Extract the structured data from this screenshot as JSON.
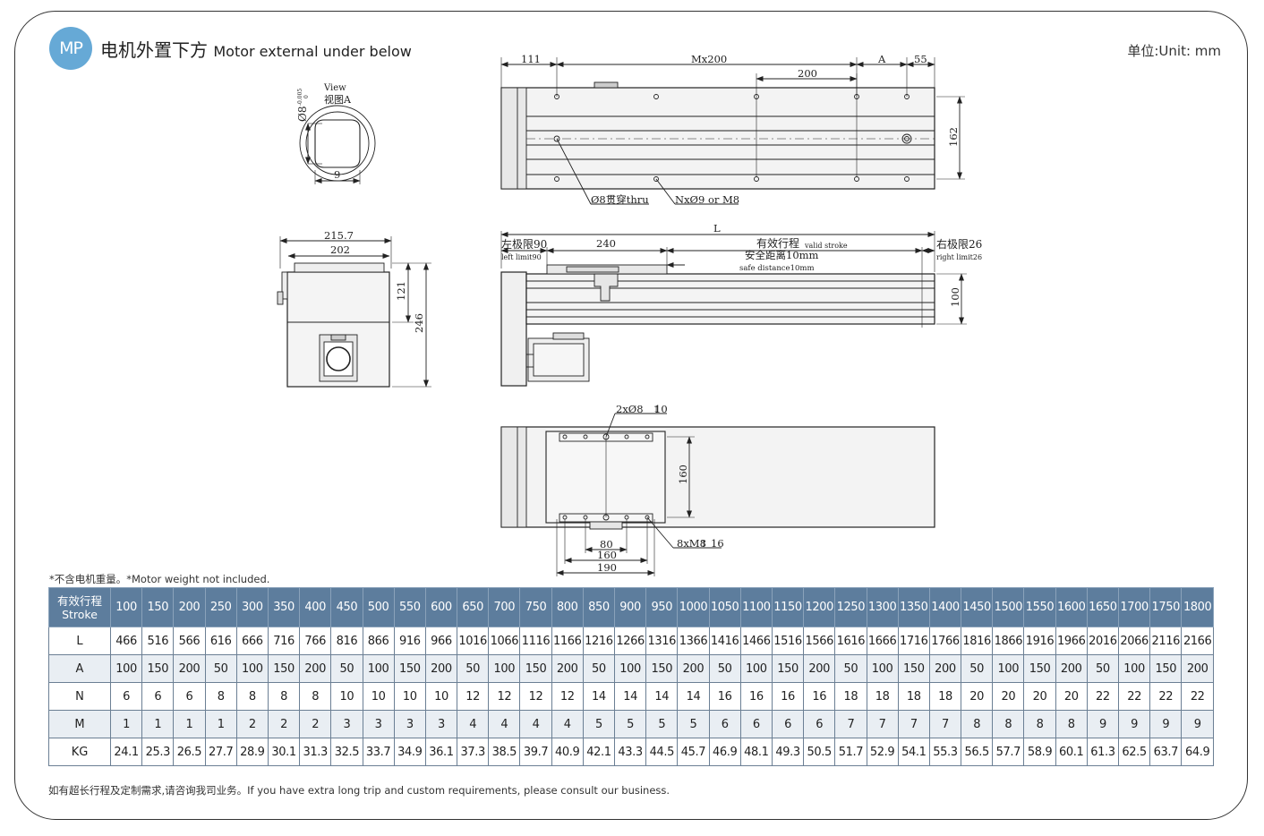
{
  "header": {
    "badge": "MP",
    "title_cn": "电机外置下方",
    "title_en": "Motor external under below",
    "unit": "单位:Unit: mm"
  },
  "drawing": {
    "view_a": {
      "view_en": "View",
      "view_cn": "视图A",
      "tol_upper": "-0.005",
      "tol_lower": "0",
      "phi8": "Ø8",
      "dim_9": "9"
    },
    "end_view": {
      "w1": "215.7",
      "w2": "202",
      "h1": "121",
      "h2": "246"
    },
    "top_view": {
      "d111": "111",
      "mx200": "Mx200",
      "a": "A",
      "d55": "55",
      "d200": "200",
      "d162": "162",
      "thru": "Ø8贯穿thru",
      "nx": "NxØ9  or  M8"
    },
    "side_view": {
      "l": "L",
      "left_cn": "左极限90",
      "left_en": "left limit90",
      "d240": "240",
      "valid_cn": "有效行程",
      "valid_en": "valid stroke",
      "safe_cn": "安全距离10mm",
      "safe_en": "safe distance10mm",
      "right_cn": "右极限26",
      "right_en": "right limit26",
      "d100": "100"
    },
    "bottom_view": {
      "holes2": "2xØ8",
      "holes2_depth": "10",
      "holes8": "8xM8",
      "holes8_depth": "16",
      "d160v": "160",
      "d80": "80",
      "d160": "160",
      "d190": "190"
    }
  },
  "note": "*不含电机重量。*Motor weight not included.",
  "table": {
    "header_label_cn": "有效行程",
    "header_label_en": "Stroke",
    "strokes": [
      "100",
      "150",
      "200",
      "250",
      "300",
      "350",
      "400",
      "450",
      "500",
      "550",
      "600",
      "650",
      "700",
      "750",
      "800",
      "850",
      "900",
      "950",
      "1000",
      "1050",
      "1100",
      "1150",
      "1200",
      "1250",
      "1300",
      "1350",
      "1400",
      "1450",
      "1500",
      "1550",
      "1600",
      "1650",
      "1700",
      "1750",
      "1800"
    ],
    "rows": [
      {
        "label": "L",
        "values": [
          "466",
          "516",
          "566",
          "616",
          "666",
          "716",
          "766",
          "816",
          "866",
          "916",
          "966",
          "1016",
          "1066",
          "1116",
          "1166",
          "1216",
          "1266",
          "1316",
          "1366",
          "1416",
          "1466",
          "1516",
          "1566",
          "1616",
          "1666",
          "1716",
          "1766",
          "1816",
          "1866",
          "1916",
          "1966",
          "2016",
          "2066",
          "2116",
          "2166"
        ]
      },
      {
        "label": "A",
        "values": [
          "100",
          "150",
          "200",
          "50",
          "100",
          "150",
          "200",
          "50",
          "100",
          "150",
          "200",
          "50",
          "100",
          "150",
          "200",
          "50",
          "100",
          "150",
          "200",
          "50",
          "100",
          "150",
          "200",
          "50",
          "100",
          "150",
          "200",
          "50",
          "100",
          "150",
          "200",
          "50",
          "100",
          "150",
          "200"
        ]
      },
      {
        "label": "N",
        "values": [
          "6",
          "6",
          "6",
          "8",
          "8",
          "8",
          "8",
          "10",
          "10",
          "10",
          "10",
          "12",
          "12",
          "12",
          "12",
          "14",
          "14",
          "14",
          "14",
          "16",
          "16",
          "16",
          "16",
          "18",
          "18",
          "18",
          "18",
          "20",
          "20",
          "20",
          "20",
          "22",
          "22",
          "22",
          "22"
        ]
      },
      {
        "label": "M",
        "values": [
          "1",
          "1",
          "1",
          "1",
          "2",
          "2",
          "2",
          "3",
          "3",
          "3",
          "3",
          "4",
          "4",
          "4",
          "4",
          "5",
          "5",
          "5",
          "5",
          "6",
          "6",
          "6",
          "6",
          "7",
          "7",
          "7",
          "7",
          "8",
          "8",
          "8",
          "8",
          "9",
          "9",
          "9",
          "9"
        ]
      },
      {
        "label": "KG",
        "values": [
          "24.1",
          "25.3",
          "26.5",
          "27.7",
          "28.9",
          "30.1",
          "31.3",
          "32.5",
          "33.7",
          "34.9",
          "36.1",
          "37.3",
          "38.5",
          "39.7",
          "40.9",
          "42.1",
          "43.3",
          "44.5",
          "45.7",
          "46.9",
          "48.1",
          "49.3",
          "50.5",
          "51.7",
          "52.9",
          "54.1",
          "55.3",
          "56.5",
          "57.7",
          "58.9",
          "60.1",
          "61.3",
          "62.5",
          "63.7",
          "64.9"
        ]
      }
    ]
  },
  "footer": "如有超长行程及定制需求,请咨询我司业务。If you have extra long trip and custom requirements, please consult our business."
}
